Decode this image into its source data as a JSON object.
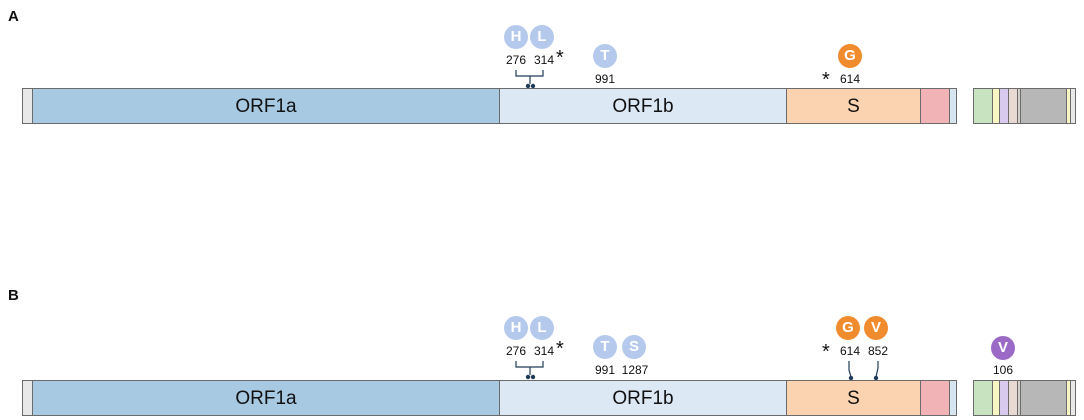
{
  "panels": [
    {
      "label": "A",
      "segments": {
        "orf1a": "ORF1a",
        "orf1b": "ORF1b",
        "s": "S"
      },
      "mutations": [
        {
          "letter": "H",
          "position": "276",
          "starred": false,
          "color": "#b4c9ec"
        },
        {
          "letter": "L",
          "position": "314",
          "starred": true,
          "color": "#b4c9ec"
        },
        {
          "letter": "T",
          "position": "991",
          "starred": false,
          "color": "#b4c9ec"
        },
        {
          "letter": "G",
          "position": "614",
          "starred": true,
          "color": "#f08c2e"
        }
      ]
    },
    {
      "label": "B",
      "segments": {
        "orf1a": "ORF1a",
        "orf1b": "ORF1b",
        "s": "S"
      },
      "mutations": [
        {
          "letter": "H",
          "position": "276",
          "starred": false,
          "color": "#b4c9ec"
        },
        {
          "letter": "L",
          "position": "314",
          "starred": true,
          "color": "#b4c9ec"
        },
        {
          "letter": "T",
          "position": "991",
          "starred": false,
          "color": "#b4c9ec"
        },
        {
          "letter": "S",
          "position": "1287",
          "starred": false,
          "color": "#b4c9ec"
        },
        {
          "letter": "G",
          "position": "614",
          "starred": true,
          "color": "#f08c2e"
        },
        {
          "letter": "V",
          "position": "852",
          "starred": false,
          "color": "#f08c2e"
        },
        {
          "letter": "V",
          "position": "106",
          "starred": false,
          "color": "#9b6ac6"
        }
      ]
    }
  ],
  "star_symbol": "*",
  "colors": {
    "orf1a": "#a7c9e2",
    "orf1b": "#dde8f5",
    "s": "#fbd3b0",
    "e": "#f2b3b6",
    "m": "#d7e5f0",
    "orf7a": "#c8e3bf",
    "orf7b": "#f7f5c2",
    "orf8": "#d8c9ee",
    "n": "#d3cfca",
    "orf10": "#b7b7b7"
  }
}
